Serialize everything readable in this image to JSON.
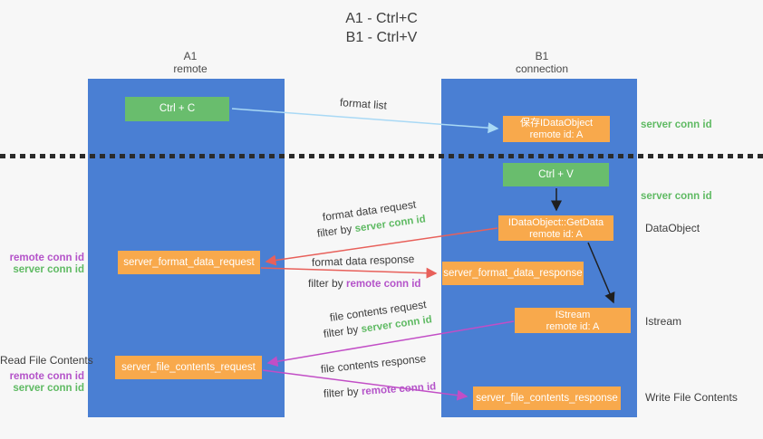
{
  "title": {
    "line1": "A1 - Ctrl+C",
    "line2": "B1 - Ctrl+V"
  },
  "columns": {
    "a1": {
      "name": "A1",
      "subtitle": "remote"
    },
    "b1": {
      "name": "B1",
      "subtitle": "connection"
    }
  },
  "nodes": {
    "ctrl_c": {
      "label": "Ctrl + C"
    },
    "save_idataobject": {
      "line1": "保存IDataObject",
      "line2": "remote id: A"
    },
    "ctrl_v": {
      "label": "Ctrl + V"
    },
    "idataobject_getdata": {
      "line1": "IDataObject::GetData",
      "line2": "remote id: A"
    },
    "istream": {
      "line1": "IStream",
      "line2": "remote id: A"
    },
    "server_format_data_request": {
      "label": "server_format_data_request"
    },
    "server_format_data_response": {
      "label": "server_format_data_response"
    },
    "server_file_contents_request": {
      "label": "server_file_contents_request"
    },
    "server_file_contents_response": {
      "label": "server_file_contents_response"
    }
  },
  "right_labels": {
    "server_conn_id_top": "server conn id",
    "server_conn_id_mid": "server conn id",
    "dataobject": "DataObject",
    "istream": "Istream",
    "write_file_contents": "Write File Contents"
  },
  "left_labels": {
    "pair1": {
      "remote": "remote conn id",
      "server": "server conn id"
    },
    "read_file_contents": "Read File Contents",
    "pair2": {
      "remote": "remote conn id",
      "server": "server conn id"
    }
  },
  "arrows": {
    "format_list": "format list",
    "format_data_request": "format data request",
    "format_data_response": "format data response",
    "file_contents_request": "file contents request",
    "file_contents_response": "file contents response",
    "filter_by": "filter by",
    "server_conn_id": "server conn id",
    "remote_conn_id": "remote conn id"
  },
  "colors": {
    "background": "#f7f7f7",
    "column_blue": "#4a7fd3",
    "box_green": "#69bd6d",
    "box_orange": "#f8a94c",
    "arrow_red": "#e8605a",
    "arrow_magenta": "#c24ec6",
    "arrow_light_blue": "#a9d9f5",
    "arrow_black": "#1f1f1f",
    "label_green": "#5fba63",
    "label_purple": "#b453c9",
    "text_dark": "#3d3d3d"
  }
}
